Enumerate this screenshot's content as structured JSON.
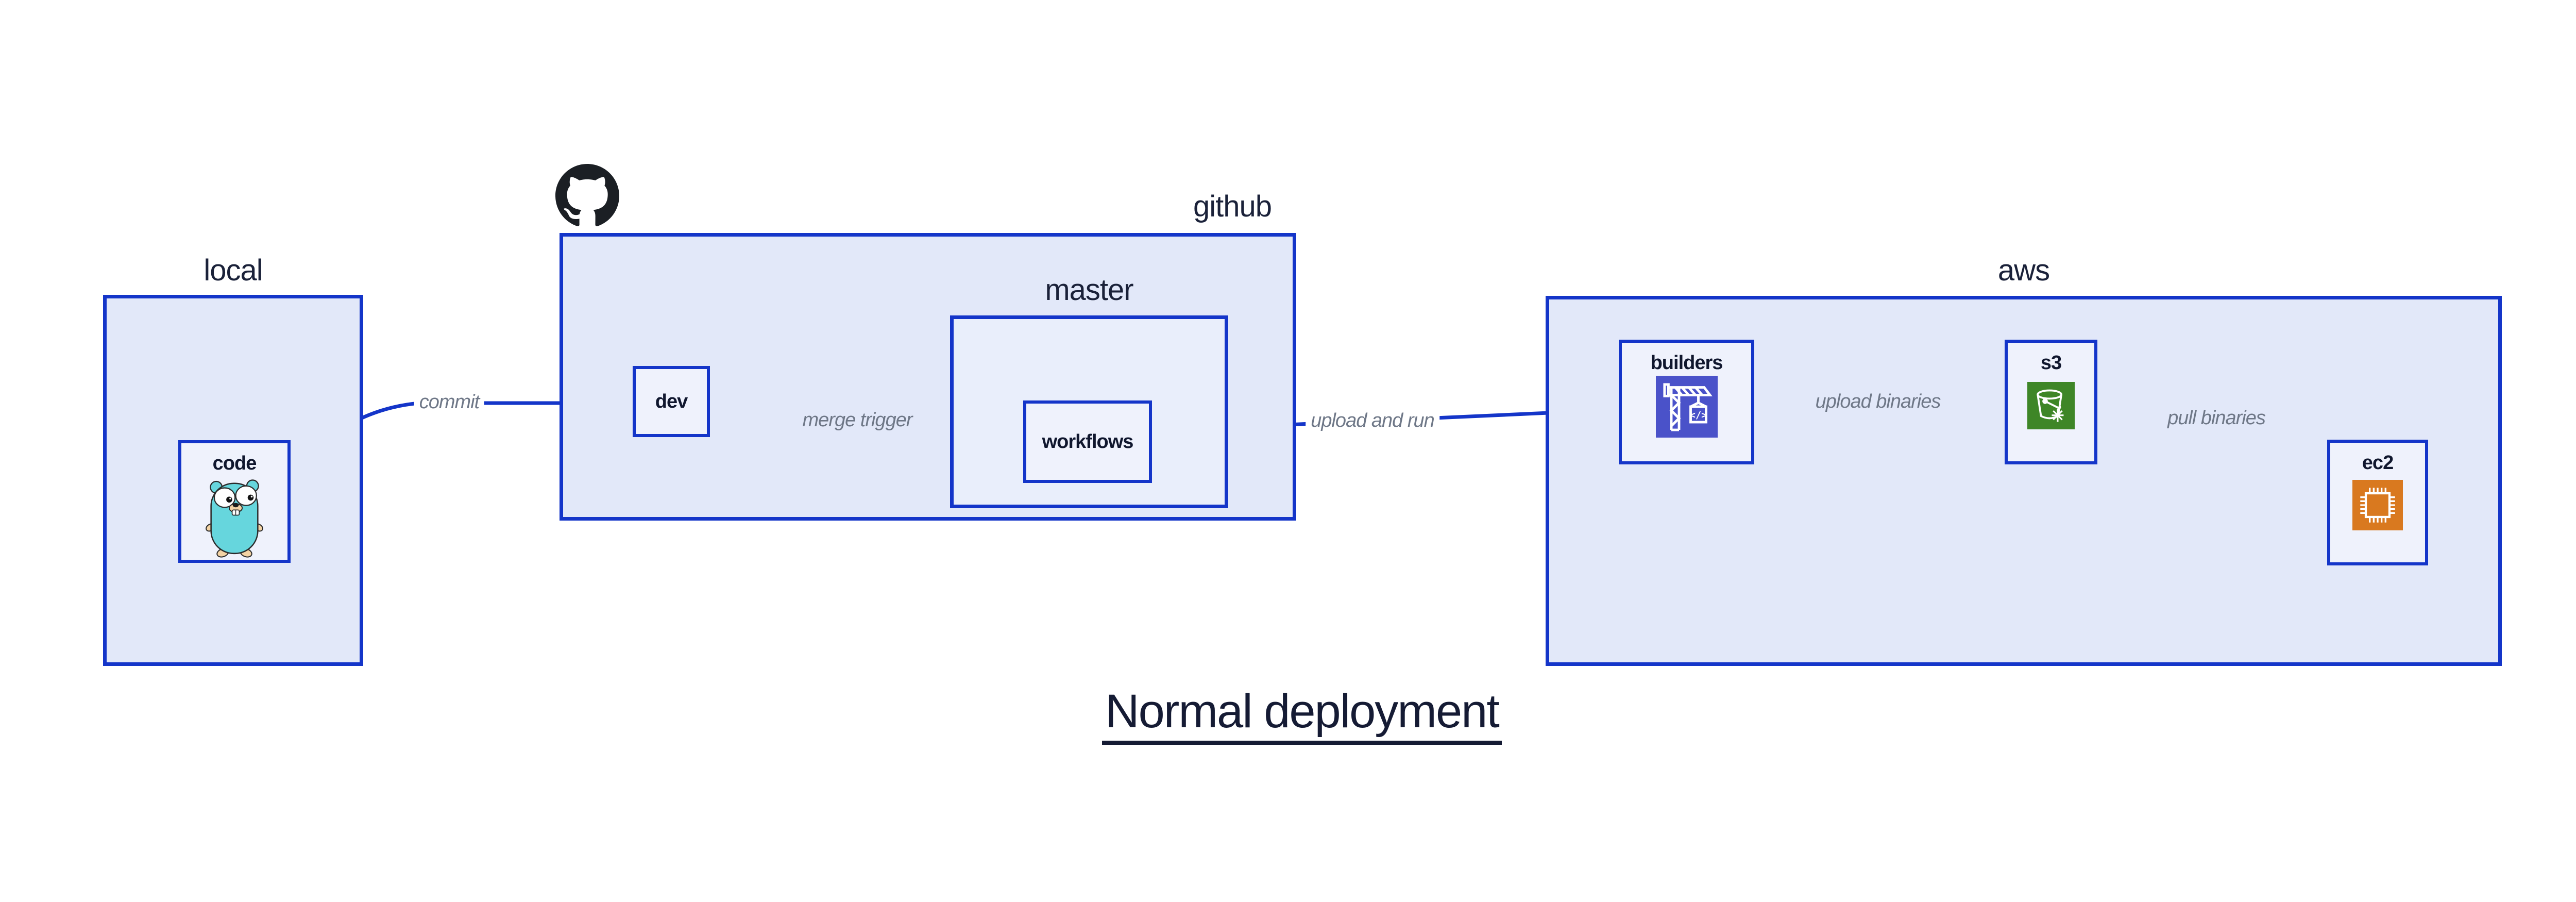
{
  "title": {
    "text": "Normal deployment"
  },
  "groups": {
    "local": {
      "label": "local"
    },
    "github": {
      "label": "github"
    },
    "master": {
      "label": "master"
    },
    "aws": {
      "label": "aws"
    }
  },
  "nodes": {
    "code": {
      "label": "code",
      "icon": "go-gopher-icon"
    },
    "dev": {
      "label": "dev"
    },
    "workflows": {
      "label": "workflows"
    },
    "builders": {
      "label": "builders",
      "icon": "codebuild-crane-icon",
      "icon_glyph": "</>",
      "icon_bg": "#4a52c9"
    },
    "s3": {
      "label": "s3",
      "icon": "s3-glacier-bucket-icon",
      "icon_bg": "#3e8627"
    },
    "ec2": {
      "label": "ec2",
      "icon": "ec2-chip-icon",
      "icon_bg": "#d9791f"
    }
  },
  "edges": {
    "commit": {
      "label": "commit",
      "from": "code",
      "to": "dev"
    },
    "merge_trigger": {
      "label": "merge trigger",
      "from": "dev",
      "to": "workflows"
    },
    "upload_and_run": {
      "label": "upload and run",
      "from": "workflows",
      "to": "builders"
    },
    "upload_binaries": {
      "label": "upload binaries",
      "from": "builders",
      "to": "s3"
    },
    "pull_binaries": {
      "label": "pull binaries",
      "from": "s3",
      "to": "ec2"
    }
  },
  "colors": {
    "border_blue": "#1435c9",
    "container_fill": "#e2e8f9",
    "master_fill": "#e9eefb",
    "node_fill": "#eff2fc",
    "label_dark": "#151b34",
    "edge_label_gray": "#6e7787",
    "github_logo_black": "#1b1f24",
    "builders_icon_bg": "#4a52c9",
    "s3_icon_bg": "#3e8627",
    "ec2_icon_bg": "#d9791f",
    "gopher_teal": "#66d6dd"
  }
}
